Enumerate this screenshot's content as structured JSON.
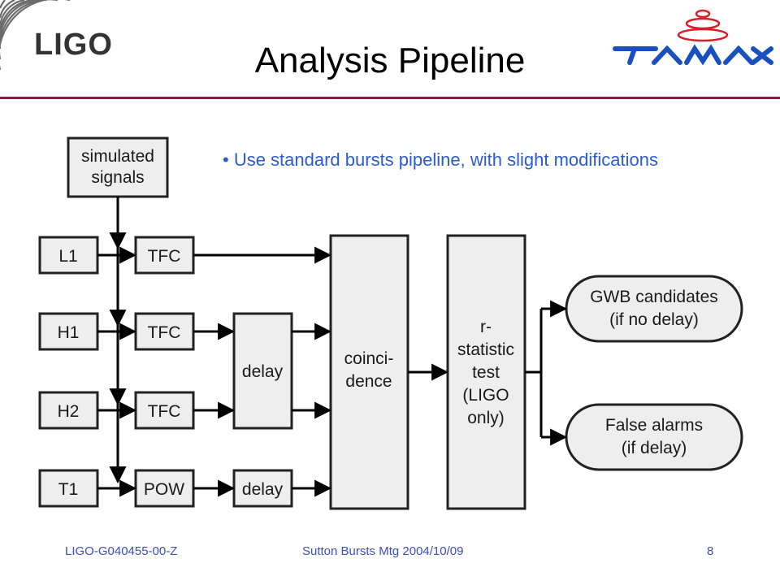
{
  "slide": {
    "title": "Analysis Pipeline",
    "bullet": "• Use standard bursts pipeline, with slight modifications"
  },
  "logos": {
    "left": "LIGO",
    "right": "TAMA"
  },
  "diagram": {
    "simulated_signals": [
      "simulated",
      "signals"
    ],
    "detectors": [
      "L1",
      "H1",
      "H2",
      "T1"
    ],
    "triggers": [
      "TFC",
      "TFC",
      "TFC",
      "POW"
    ],
    "delay_big": "delay",
    "delay_small": "delay",
    "coincidence": [
      "coinci-",
      "dence"
    ],
    "rstat": [
      "r-",
      "statistic",
      "test",
      "(LIGO",
      "only)"
    ],
    "out_gwb": [
      "GWB candidates",
      "(if no delay)"
    ],
    "out_false": [
      "False alarms",
      "(if delay)"
    ]
  },
  "footer": {
    "doc_id": "LIGO-G040455-00-Z",
    "meeting": "Sutton Bursts Mtg 2004/10/09",
    "page": "8"
  },
  "colors": {
    "accent_rule": "#8b1a4a",
    "bullet_text": "#2a5bd7",
    "footer_text": "#3a4ec0",
    "box_fill": "#eeeeee",
    "tama_blue": "#1a4fc0",
    "tama_red": "#d6202a"
  }
}
